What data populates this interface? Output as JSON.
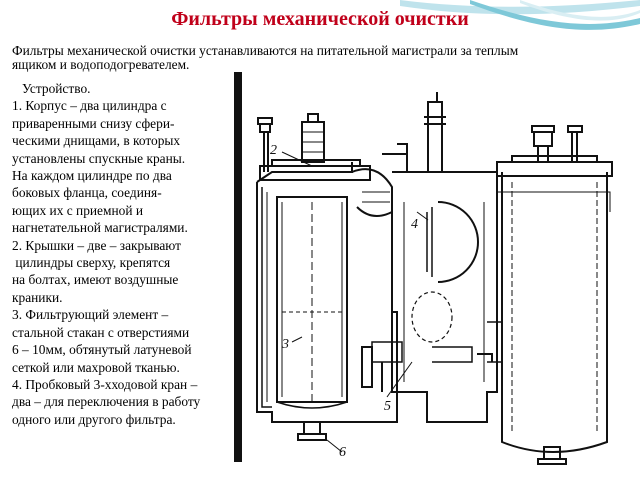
{
  "slide": {
    "title": "Фильтры механической очистки",
    "intro_line1": "Фильтры механической очистки устанавливаются на питательной магистрали за теплым",
    "intro_line2": "ящиком и водоподогревателем.",
    "body_lines": [
      "   Устройство.",
      "1. Корпус – два цилиндра с",
      "приваренными снизу сфери-",
      "ческими днищами, в которых",
      "установлены спускные краны.",
      "На каждом цилиндре по два",
      "боковых фланца, соединя-",
      "ющих их с приемной и",
      "нагнетательной магистралями.",
      "2. Крышки – две – закрывают",
      " цилиндры сверху, крепятся",
      "на болтах, имеют воздушные",
      "краники.",
      "3. Фильтрующий элемент –",
      "стальной стакан с отверстиями",
      "6 – 10мм, обтянутый латуневой",
      "сеткой или махровой тканью.",
      "4. Пробковый 3-хходовой кран –",
      "два – для переключения в работу",
      "одного или другого фильтра."
    ]
  },
  "diagram": {
    "callouts": [
      "2",
      "4",
      "3",
      "5",
      "6"
    ]
  },
  "colors": {
    "title": "#c0001a",
    "swoosh": "#7ec8d8",
    "line_art": "#111111"
  }
}
